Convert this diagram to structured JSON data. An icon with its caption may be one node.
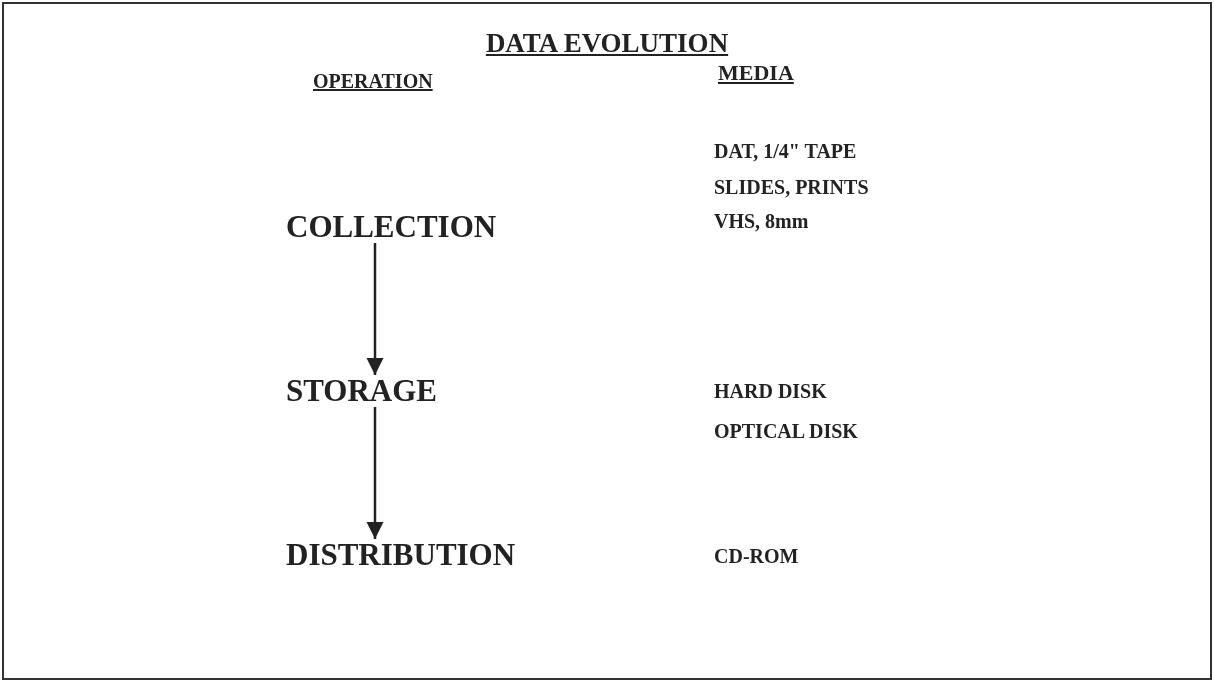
{
  "diagram": {
    "title": "DATA EVOLUTION",
    "nodes": [
      {
        "text": [
          "COLLECTION"
        ]
      },
      {
        "text": [
          "STORAGE"
        ]
      },
      {
        "text": [
          "DISTRIBUTION"
        ]
      }
    ],
    "edges": [
      {
        "from": 0,
        "to": 1,
        "arrow": "to"
      },
      {
        "from": 1,
        "to": 2,
        "arrow": "to"
      }
    ],
    "labels": [
      "OPERATION",
      "MEDIA",
      "DAT, 1/4\" TAPE",
      "SLIDES, PRINTS",
      "VHS, 8mm",
      "HARD DISK",
      "OPTICAL DISK",
      "CD-ROM"
    ]
  }
}
